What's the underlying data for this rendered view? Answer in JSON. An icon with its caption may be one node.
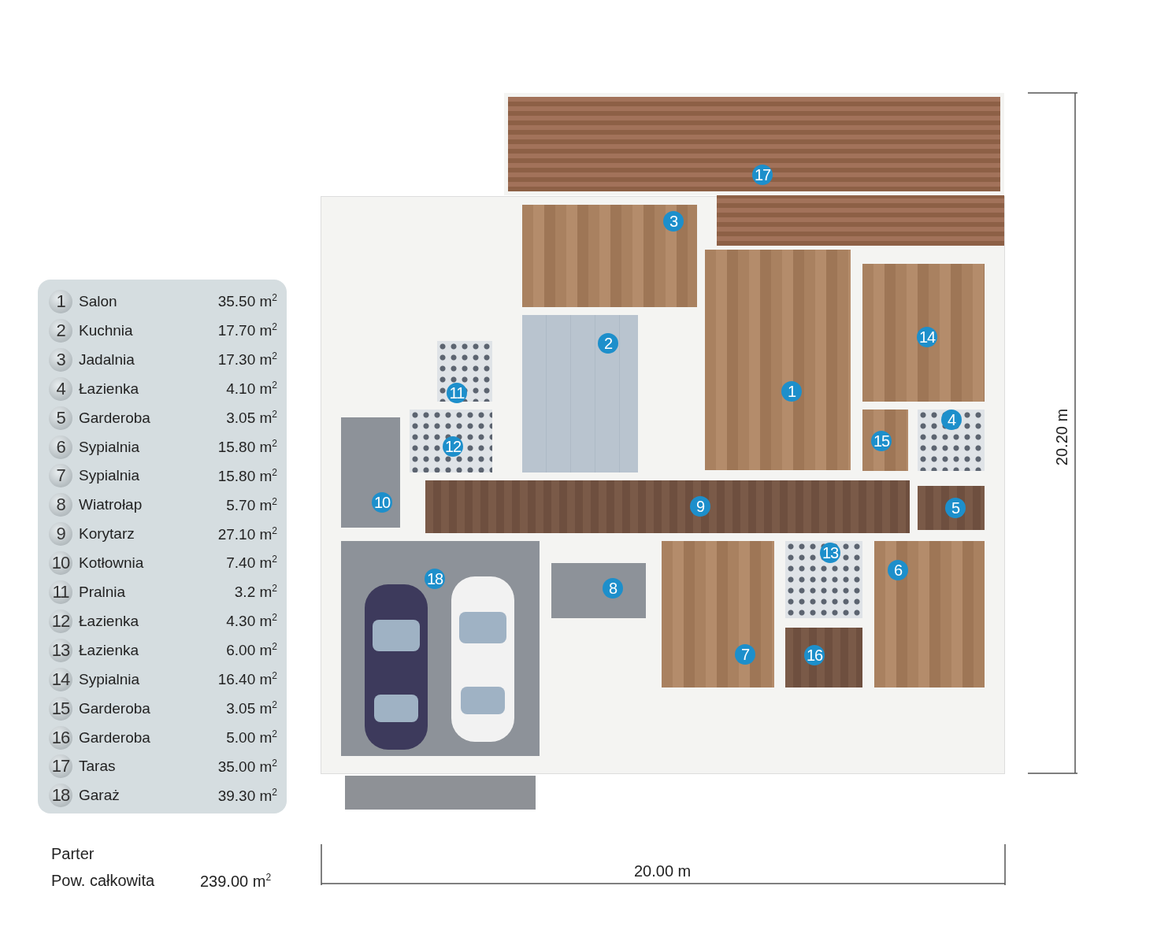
{
  "diagram": {
    "nodes": [
      {
        "text": [
          "1"
        ]
      },
      {
        "text": [
          "2"
        ]
      },
      {
        "text": [
          "3"
        ]
      },
      {
        "text": [
          "4"
        ]
      },
      {
        "text": [
          "5"
        ]
      },
      {
        "text": [
          "6"
        ]
      },
      {
        "text": [
          "7"
        ]
      },
      {
        "text": [
          "8"
        ]
      },
      {
        "text": [
          "9"
        ]
      },
      {
        "text": [
          "10"
        ]
      },
      {
        "text": [
          "11"
        ]
      },
      {
        "text": [
          "12"
        ]
      },
      {
        "text": [
          "13"
        ]
      },
      {
        "text": [
          "14"
        ]
      },
      {
        "text": [
          "15"
        ]
      },
      {
        "text": [
          "16"
        ]
      },
      {
        "text": [
          "17"
        ]
      },
      {
        "text": [
          "18"
        ]
      }
    ],
    "labels": [
      "1",
      "Salon",
      "35.50 m$^{2}$",
      "2",
      "Kuchnia",
      "17.70 m$^{2}$",
      "3",
      "Jadalnia",
      "17.30 m$^{2}$",
      "4",
      "Łazienka",
      "4.10 m$^{2}$",
      "5",
      "Garderoba",
      "3.05 m$^{2}$",
      "6",
      "Sypialnia",
      "15.80 m$^{2}$",
      "7",
      "Sypialnia",
      "15.80 m$^{2}$",
      "8",
      "Wiatrołap",
      "5.70 m$^{2}$",
      "9",
      "Korytarz",
      "27.10 m$^{2}$",
      "10",
      "Kotłownia",
      "7.40 m$^{2}$",
      "11",
      "Pralnia",
      "3.2 m$^{2}$",
      "12",
      "Łazienka",
      "4.30 m$^{2}$",
      "13",
      "Łazienka",
      "6.00 m$^{2}$",
      "14",
      "Sypialnia",
      "16.40 m$^{2}$",
      "15",
      "Garderoba",
      "3.05 m$^{2}$",
      "16",
      "Garderoba",
      "5.00 m$^{2}$",
      "17",
      "Taras",
      "35.00 m$^{2}$",
      "18",
      "Garaż",
      "39.30 m$^{2}$",
      "20.20 m",
      "Parter",
      "Pow. całkowita",
      "239.00 m$^{2}$",
      "20.00 m"
    ]
  }
}
